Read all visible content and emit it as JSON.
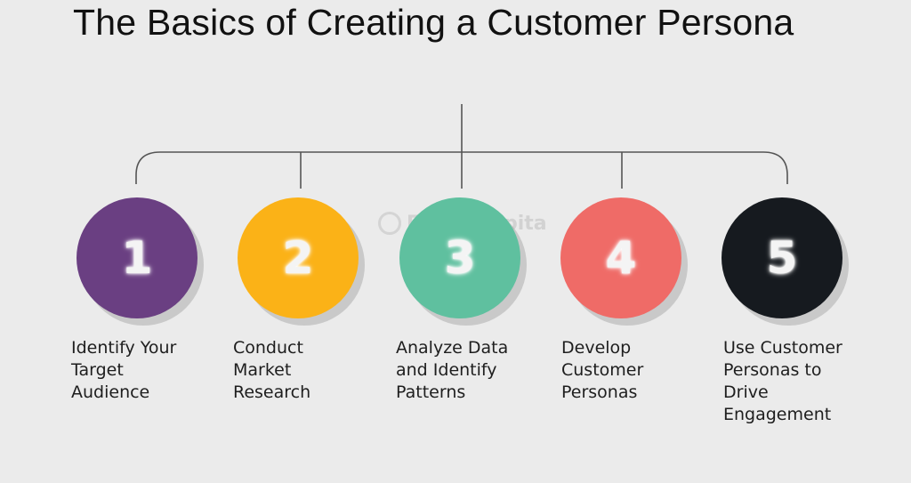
{
  "title": "The Basics of Creating a Customer Persona",
  "watermark": "FasterCapita",
  "colors": {
    "step1": "#6a3f82",
    "step2": "#fbb217",
    "step3": "#5fc09f",
    "step4": "#ef6b67",
    "step5": "#161a1f",
    "connector": "#555555"
  },
  "steps": [
    {
      "number": "1",
      "label_lines": [
        "Identify Your",
        "Target",
        "Audience"
      ]
    },
    {
      "number": "2",
      "label_lines": [
        "Conduct",
        "Market",
        "Research"
      ]
    },
    {
      "number": "3",
      "label_lines": [
        "Analyze Data",
        "and Identify",
        "Patterns"
      ]
    },
    {
      "number": "4",
      "label_lines": [
        "Develop",
        "Customer",
        "Personas"
      ]
    },
    {
      "number": "5",
      "label_lines": [
        "Use Customer",
        "Personas to",
        "Drive",
        "Engagement"
      ]
    }
  ]
}
